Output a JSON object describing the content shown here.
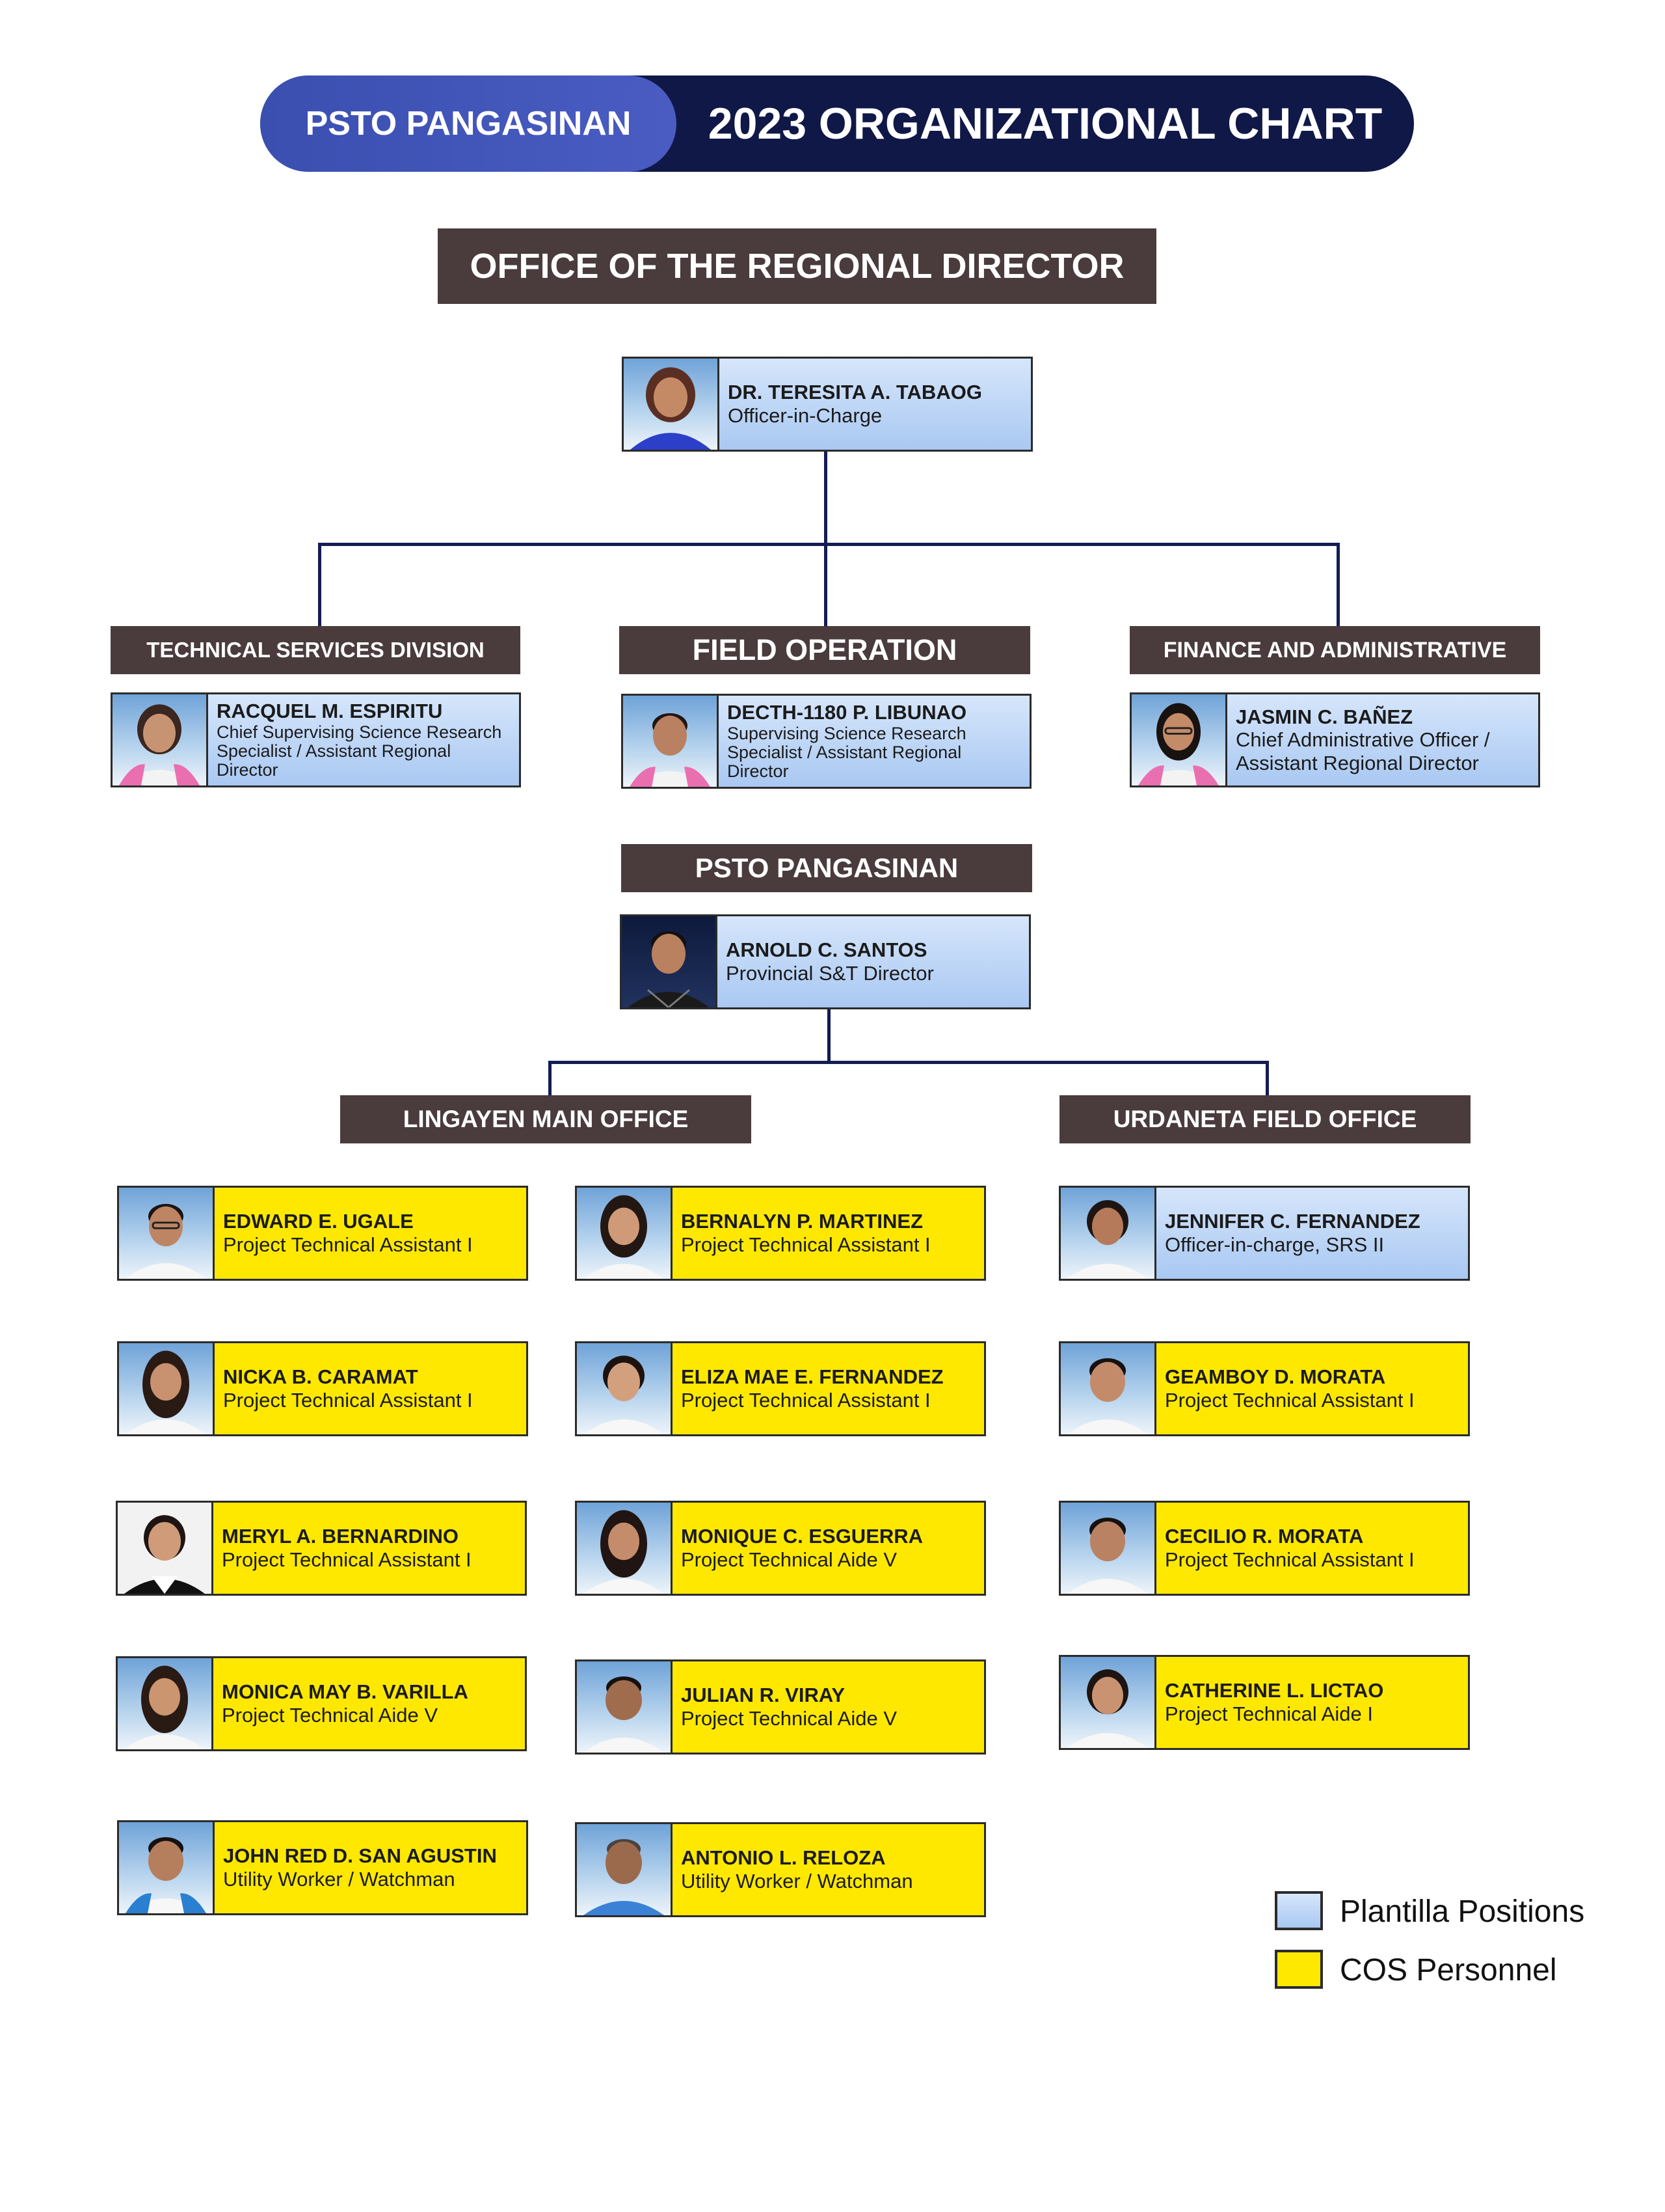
{
  "header": {
    "left": "PSTO PANGASINAN",
    "right": "2023 ORGANIZATIONAL CHART"
  },
  "sections": {
    "ord": "OFFICE OF THE REGIONAL DIRECTOR",
    "tsd": "TECHNICAL SERVICES DIVISION",
    "fo": "FIELD OPERATION",
    "fad": "FINANCE AND ADMINISTRATIVE",
    "psto": "PSTO PANGASINAN",
    "lingayen": "LINGAYEN MAIN OFFICE",
    "urdaneta": "URDANETA FIELD OFFICE"
  },
  "people": {
    "tabaog": {
      "name": "DR. TERESITA A. TABAOG",
      "role": "Officer-in-Charge"
    },
    "espiritu": {
      "name": "RACQUEL M. ESPIRITU",
      "role": "Chief Supervising Science Research Specialist / Assistant Regional Director"
    },
    "libunao": {
      "name": "DECTH-1180 P. LIBUNAO",
      "role": "Supervising Science Research Specialist / Assistant Regional Director"
    },
    "banez": {
      "name": "JASMIN C. BAÑEZ",
      "role": "Chief Administrative Officer / Assistant Regional Director"
    },
    "santos": {
      "name": "ARNOLD C. SANTOS",
      "role": "Provincial S&T Director"
    },
    "ugale": {
      "name": "EDWARD E. UGALE",
      "role": "Project Technical Assistant I"
    },
    "martinez": {
      "name": "BERNALYN P. MARTINEZ",
      "role": "Project Technical Assistant I"
    },
    "jfernandez": {
      "name": "JENNIFER C. FERNANDEZ",
      "role": "Officer-in-charge, SRS II"
    },
    "caramat": {
      "name": "NICKA B. CARAMAT",
      "role": "Project Technical Assistant I"
    },
    "efernandez": {
      "name": "ELIZA MAE E. FERNANDEZ",
      "role": "Project Technical Assistant I"
    },
    "gmorata": {
      "name": "GEAMBOY D. MORATA",
      "role": "Project Technical Assistant I"
    },
    "bernardino": {
      "name": "MERYL A. BERNARDINO",
      "role": "Project Technical Assistant I"
    },
    "esguerra": {
      "name": "MONIQUE C. ESGUERRA",
      "role": "Project Technical Aide V"
    },
    "cmorata": {
      "name": "CECILIO R. MORATA",
      "role": "Project Technical Assistant I"
    },
    "varilla": {
      "name": "MONICA MAY B. VARILLA",
      "role": "Project Technical Aide V"
    },
    "viray": {
      "name": "JULIAN R. VIRAY",
      "role": "Project Technical Aide V"
    },
    "lictao": {
      "name": "CATHERINE L. LICTAO",
      "role": "Project Technical Aide I"
    },
    "sanagustin": {
      "name": "JOHN RED D. SAN AGUSTIN",
      "role": "Utility Worker / Watchman"
    },
    "reloza": {
      "name": "ANTONIO L. RELOZA",
      "role": "Utility Worker / Watchman"
    }
  },
  "legend": {
    "plantilla": "Plantilla Positions",
    "cos": "COS Personnel"
  },
  "colors": {
    "plantilla": "#a9c8f2",
    "cos": "#ffe800",
    "section_bar": "#4a3c3c",
    "connector": "#141c54",
    "header_dark": "#101848",
    "header_light": "#3a4fb0"
  }
}
